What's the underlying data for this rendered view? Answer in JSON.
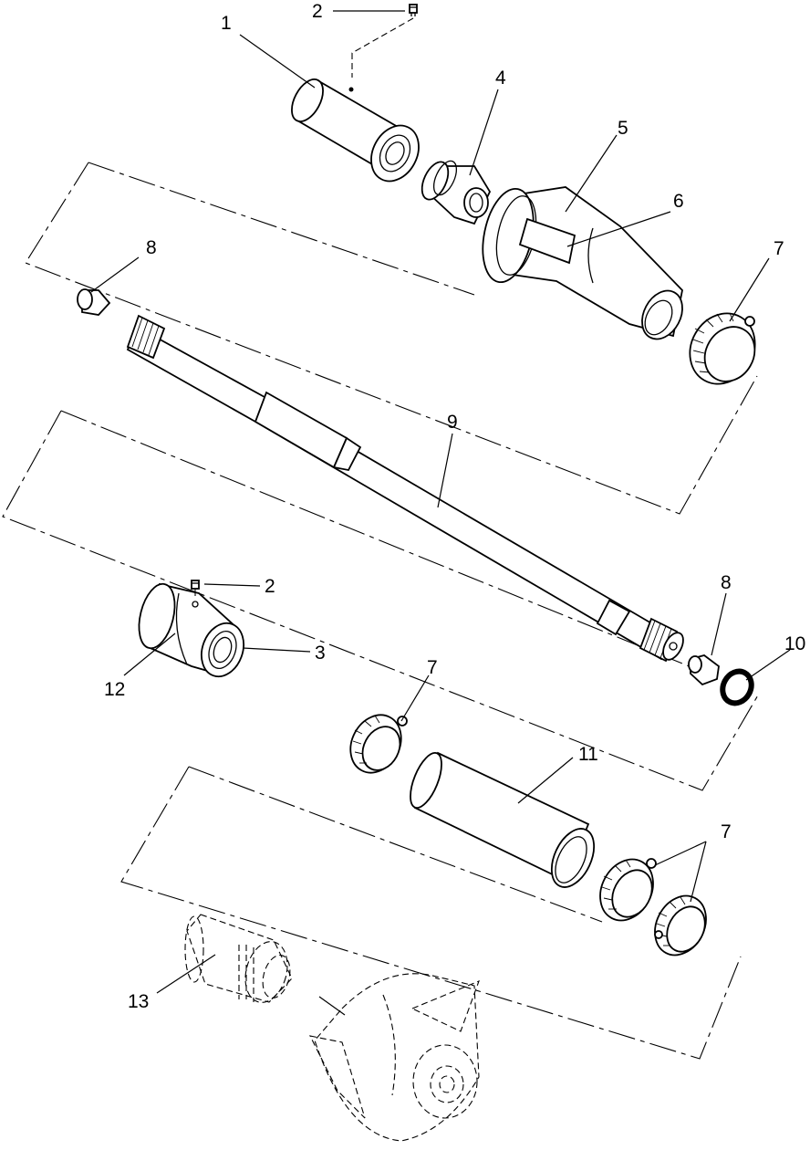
{
  "diagram": {
    "callouts": [
      {
        "id": "c1",
        "label": "1"
      },
      {
        "id": "c2a",
        "label": "2"
      },
      {
        "id": "c4",
        "label": "4"
      },
      {
        "id": "c5",
        "label": "5"
      },
      {
        "id": "c6",
        "label": "6"
      },
      {
        "id": "c7a",
        "label": "7"
      },
      {
        "id": "c8a",
        "label": "8"
      },
      {
        "id": "c9",
        "label": "9"
      },
      {
        "id": "c2b",
        "label": "2"
      },
      {
        "id": "c3",
        "label": "3"
      },
      {
        "id": "c12",
        "label": "12"
      },
      {
        "id": "c8b",
        "label": "8"
      },
      {
        "id": "c10",
        "label": "10"
      },
      {
        "id": "c7b",
        "label": "7"
      },
      {
        "id": "c11",
        "label": "11"
      },
      {
        "id": "c7c",
        "label": "7"
      },
      {
        "id": "c13",
        "label": "13"
      }
    ]
  }
}
